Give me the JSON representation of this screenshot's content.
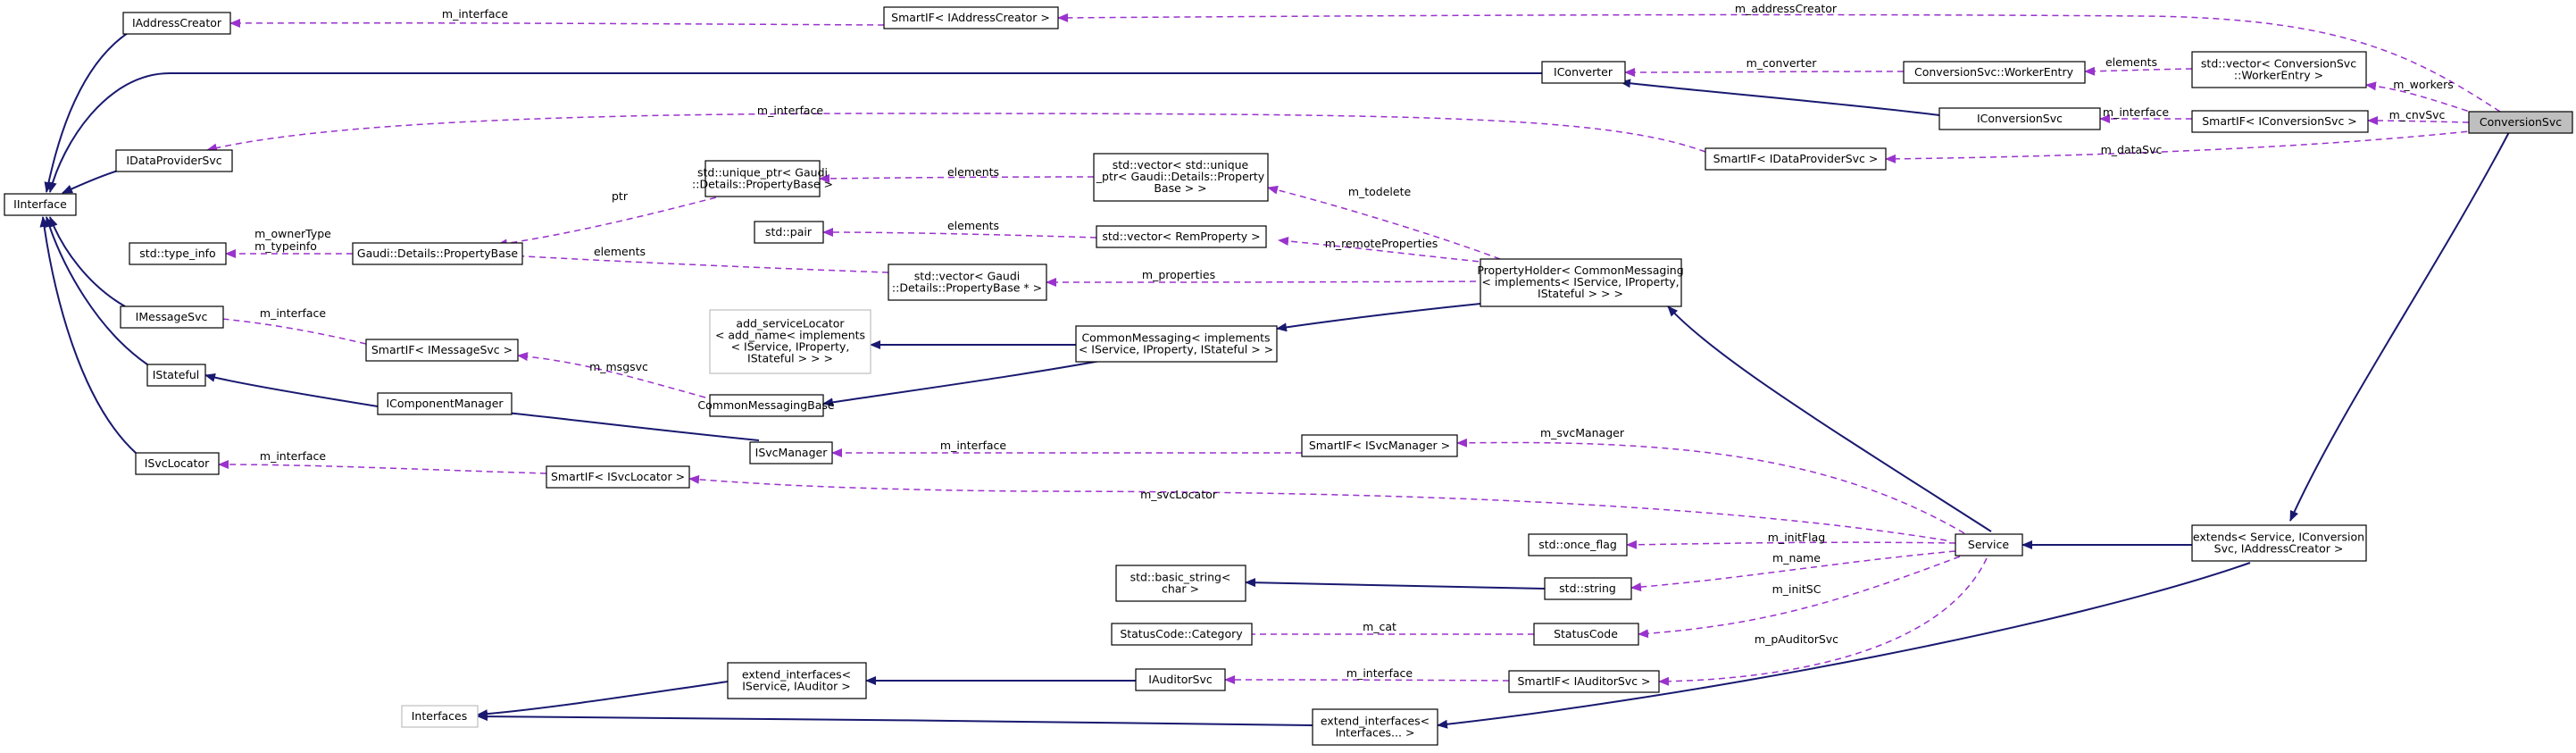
{
  "nodes": [
    {
      "id": "IAddressCreator",
      "lines": [
        "IAddressCreator"
      ]
    },
    {
      "id": "SmartIF_IAddressCreator",
      "lines": [
        "SmartIF< IAddressCreator >"
      ]
    },
    {
      "id": "IInterface",
      "lines": [
        "IInterface"
      ]
    },
    {
      "id": "IConverter",
      "lines": [
        "IConverter"
      ]
    },
    {
      "id": "ConversionSvc_WorkerEntry",
      "lines": [
        "ConversionSvc::WorkerEntry"
      ]
    },
    {
      "id": "vector_WorkerEntry",
      "lines": [
        "std::vector< ConversionSvc",
        "::WorkerEntry >"
      ]
    },
    {
      "id": "ConversionSvc",
      "lines": [
        "ConversionSvc"
      ]
    },
    {
      "id": "IConversionSvc",
      "lines": [
        "IConversionSvc"
      ]
    },
    {
      "id": "SmartIF_IConversionSvc",
      "lines": [
        "SmartIF< IConversionSvc >"
      ]
    },
    {
      "id": "IDataProviderSvc",
      "lines": [
        "IDataProviderSvc"
      ]
    },
    {
      "id": "SmartIF_IDataProviderSvc",
      "lines": [
        "SmartIF< IDataProviderSvc >"
      ]
    },
    {
      "id": "unique_ptr_PropertyBase",
      "lines": [
        "std::unique_ptr< Gaudi",
        "::Details::PropertyBase >"
      ]
    },
    {
      "id": "vector_unique_ptr",
      "lines": [
        "std::vector< std::unique",
        "_ptr< Gaudi::Details::Property",
        "Base > >"
      ]
    },
    {
      "id": "std_type_info",
      "lines": [
        "std::type_info"
      ]
    },
    {
      "id": "PropertyBase",
      "lines": [
        "Gaudi::Details::PropertyBase"
      ]
    },
    {
      "id": "std_pair",
      "lines": [
        "std::pair"
      ]
    },
    {
      "id": "vector_RemProperty",
      "lines": [
        "std::vector< RemProperty >"
      ]
    },
    {
      "id": "vector_PropertyBase_ptr",
      "lines": [
        "std::vector< Gaudi",
        "::Details::PropertyBase * >"
      ]
    },
    {
      "id": "PropertyHolder",
      "lines": [
        "PropertyHolder< CommonMessaging",
        "< implements< IService, IProperty,",
        "IStateful > > >"
      ]
    },
    {
      "id": "IMessageSvc",
      "lines": [
        "IMessageSvc"
      ]
    },
    {
      "id": "SmartIF_IMessageSvc",
      "lines": [
        "SmartIF< IMessageSvc >"
      ]
    },
    {
      "id": "add_serviceLocator",
      "lines": [
        "add_serviceLocator",
        "< add_name< implements",
        "< IService, IProperty,",
        "IStateful > > >"
      ]
    },
    {
      "id": "CommonMessaging",
      "lines": [
        "CommonMessaging< implements",
        "< IService, IProperty, IStateful > >"
      ]
    },
    {
      "id": "IStateful",
      "lines": [
        "IStateful"
      ]
    },
    {
      "id": "IComponentManager",
      "lines": [
        "IComponentManager"
      ]
    },
    {
      "id": "CommonMessagingBase",
      "lines": [
        "CommonMessagingBase"
      ]
    },
    {
      "id": "ISvcManager",
      "lines": [
        "ISvcManager"
      ]
    },
    {
      "id": "SmartIF_ISvcManager",
      "lines": [
        "SmartIF< ISvcManager >"
      ]
    },
    {
      "id": "ISvcLocator",
      "lines": [
        "ISvcLocator"
      ]
    },
    {
      "id": "SmartIF_ISvcLocator",
      "lines": [
        "SmartIF< ISvcLocator >"
      ]
    },
    {
      "id": "std_once_flag",
      "lines": [
        "std::once_flag"
      ]
    },
    {
      "id": "Service",
      "lines": [
        "Service"
      ]
    },
    {
      "id": "extends",
      "lines": [
        "extends< Service, IConversion",
        "Svc, IAddressCreator >"
      ]
    },
    {
      "id": "basic_string",
      "lines": [
        "std::basic_string<",
        "char >"
      ]
    },
    {
      "id": "std_string",
      "lines": [
        "std::string"
      ]
    },
    {
      "id": "StatusCode_Category",
      "lines": [
        "StatusCode::Category"
      ]
    },
    {
      "id": "StatusCode",
      "lines": [
        "StatusCode"
      ]
    },
    {
      "id": "extend_interfaces_IAuditor",
      "lines": [
        "extend_interfaces<",
        "IService, IAuditor >"
      ]
    },
    {
      "id": "IAuditorSvc",
      "lines": [
        "IAuditorSvc"
      ]
    },
    {
      "id": "SmartIF_IAuditorSvc",
      "lines": [
        "SmartIF< IAuditorSvc >"
      ]
    },
    {
      "id": "Interfaces",
      "lines": [
        "Interfaces"
      ]
    },
    {
      "id": "extend_interfaces_Interfaces",
      "lines": [
        "extend_interfaces<",
        "Interfaces... >"
      ]
    }
  ],
  "edge_labels": [
    {
      "id": "m_interface_addr",
      "text": "m_interface"
    },
    {
      "id": "m_addressCreator",
      "text": "m_addressCreator"
    },
    {
      "id": "m_converter",
      "text": "m_converter"
    },
    {
      "id": "elements_worker",
      "text": "elements"
    },
    {
      "id": "m_workers",
      "text": "m_workers"
    },
    {
      "id": "m_interface_dp",
      "text": "m_interface"
    },
    {
      "id": "m_interface_conv",
      "text": "m_interface"
    },
    {
      "id": "m_cnvSvc",
      "text": "m_cnvSvc"
    },
    {
      "id": "m_dataSvc",
      "text": "m_dataSvc"
    },
    {
      "id": "elements_uptr",
      "text": "elements"
    },
    {
      "id": "ptr",
      "text": "ptr"
    },
    {
      "id": "m_todelete",
      "text": "m_todelete"
    },
    {
      "id": "m_ownerType",
      "text": "m_ownerType"
    },
    {
      "id": "m_typeinfo",
      "text": "m_typeinfo"
    },
    {
      "id": "elements_pair",
      "text": "elements"
    },
    {
      "id": "m_remoteProperties",
      "text": "m_remoteProperties"
    },
    {
      "id": "elements_pb",
      "text": "elements"
    },
    {
      "id": "m_properties",
      "text": "m_properties"
    },
    {
      "id": "m_interface_msg",
      "text": "m_interface"
    },
    {
      "id": "m_msgsvc",
      "text": "m_msgsvc"
    },
    {
      "id": "m_interface_svcmgr",
      "text": "m_interface"
    },
    {
      "id": "m_svcManager",
      "text": "m_svcManager"
    },
    {
      "id": "m_interface_svcloc",
      "text": "m_interface"
    },
    {
      "id": "m_svcLocator",
      "text": "m_svcLocator"
    },
    {
      "id": "m_initFlag",
      "text": "m_initFlag"
    },
    {
      "id": "m_name",
      "text": "m_name"
    },
    {
      "id": "m_initSC",
      "text": "m_initSC"
    },
    {
      "id": "m_cat",
      "text": "m_cat"
    },
    {
      "id": "m_interface_aud",
      "text": "m_interface"
    },
    {
      "id": "m_pAuditorSvc",
      "text": "m_pAuditorSvc"
    }
  ]
}
